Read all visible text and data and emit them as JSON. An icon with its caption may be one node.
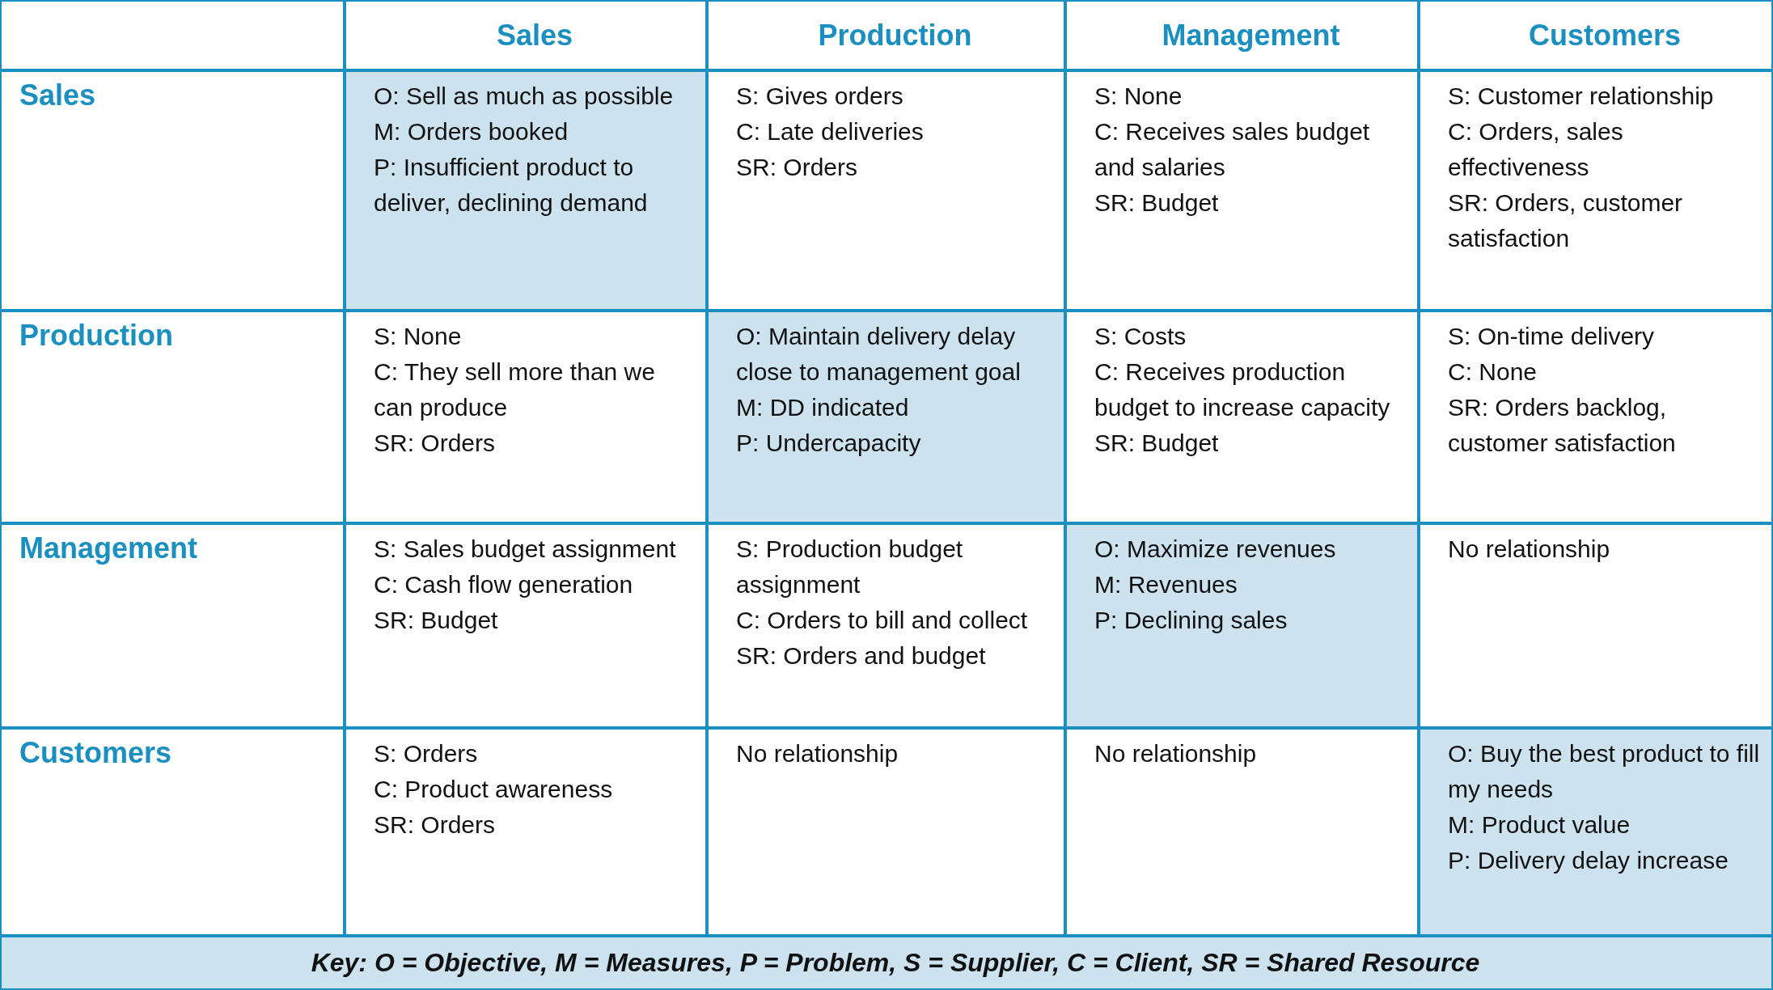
{
  "diagram": {
    "labels": [
      "Sales",
      "Production",
      "Management",
      "Customers",
      "Sales",
      "O: Sell as much as possible",
      "M: Orders booked",
      "P: Insufficient product to deliver, declining demand",
      "S: Gives orders",
      "C: Late deliveries",
      "SR: Orders",
      "S: None",
      "C: Receives sales budget and salaries",
      "SR: Budget",
      "S: Customer relationship",
      "C: Orders, sales effectiveness",
      "SR: Orders, customer satisfaction",
      "Production",
      "S: None",
      "C: They sell more than we can produce",
      "SR: Orders",
      "O: Maintain delivery delay close to management goal",
      "M: DD indicated",
      "P: Undercapacity",
      "S: Costs",
      "C: Receives production budget to increase capacity",
      "SR: Budget",
      "S: On-time delivery",
      "C: None",
      "SR: Orders backlog, customer satisfaction",
      "Management",
      "S: Sales budget assignment",
      "C: Cash flow generation",
      "SR: Budget",
      "S: Production budget assignment",
      "C: Orders to bill and collect",
      "SR: Orders and budget",
      "O: Maximize revenues",
      "M: Revenues",
      "P: Declining sales",
      "No relationship",
      "Customers",
      "S: Orders",
      "C: Product awareness",
      "SR: Orders",
      "No relationship",
      "No relationship",
      "O: Buy the best product to fill my needs",
      "M: Product value",
      "P: Delivery delay increase",
      "Key: O = Objective, M = Measures, P = Problem, S = Supplier, C = Client, SR = Shared Resource"
    ]
  }
}
